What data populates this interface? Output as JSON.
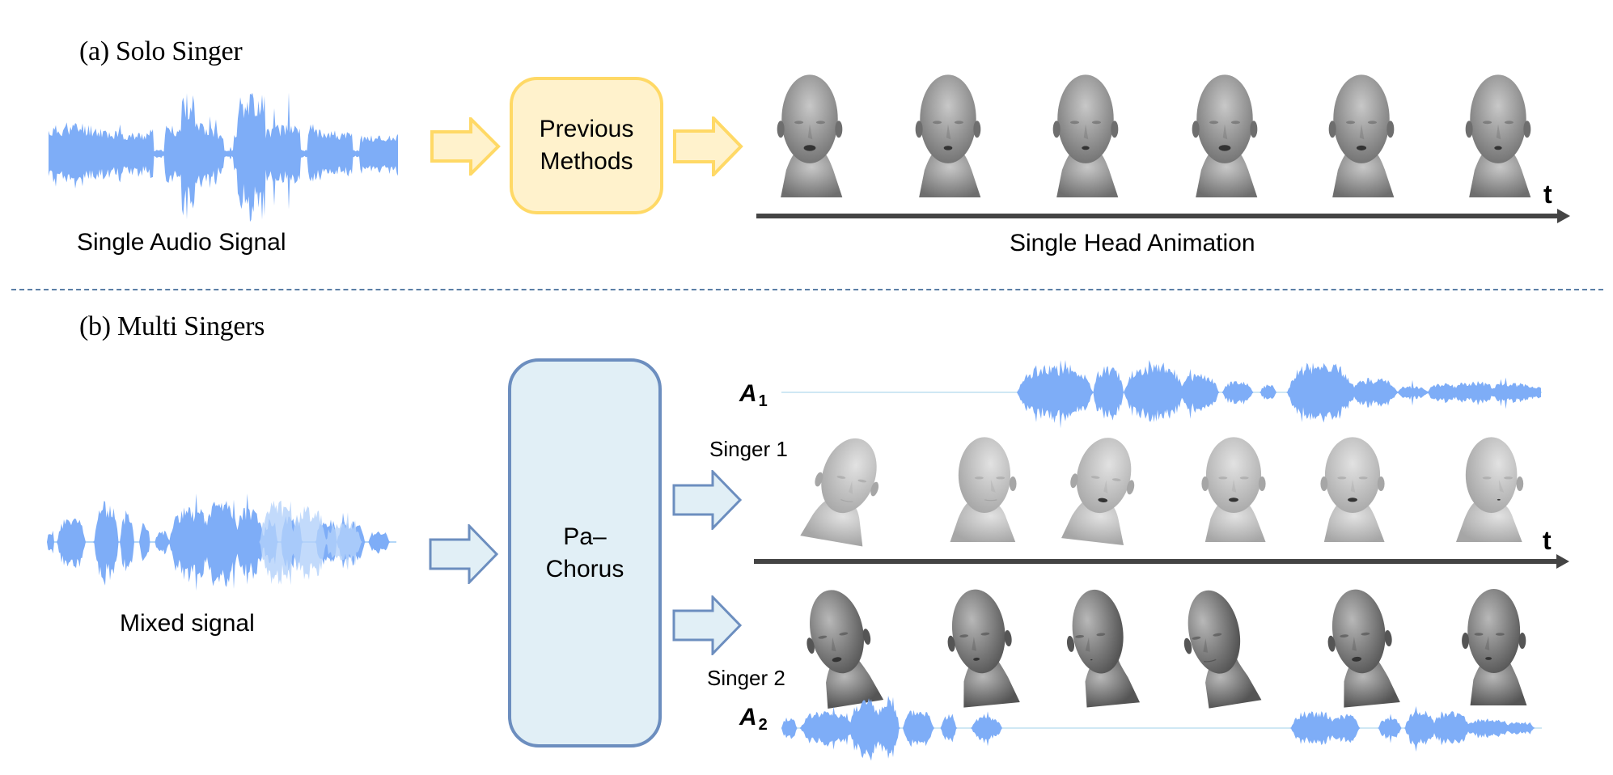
{
  "section_a": {
    "title": "(a) Solo Singer",
    "input_label": "Single Audio Signal",
    "model_label_line1": "Previous",
    "model_label_line2": "Methods",
    "output_label": "Single Head Animation",
    "time_axis_label": "t",
    "head_count": 6,
    "colors": {
      "box_fill": "#fff2cc",
      "box_border": "#ffd966",
      "waveform": "#7eadf7"
    }
  },
  "section_b": {
    "title": "(b) Multi Singers",
    "input_label": "Mixed signal",
    "model_label_line1": "Pa–",
    "model_label_line2": "Chorus",
    "singer1_label": "Singer 1",
    "singer2_label": "Singer 2",
    "audio1_label": "A",
    "audio1_sub": "1",
    "audio2_label": "A",
    "audio2_sub": "2",
    "time_axis_label": "t",
    "singer1_head_count": 6,
    "singer2_head_count": 6,
    "colors": {
      "box_fill": "#e1eff6",
      "box_border": "#6c8ebf",
      "waveform": "#7eadf7",
      "waveform_secondary": "#b3d1fa"
    }
  }
}
